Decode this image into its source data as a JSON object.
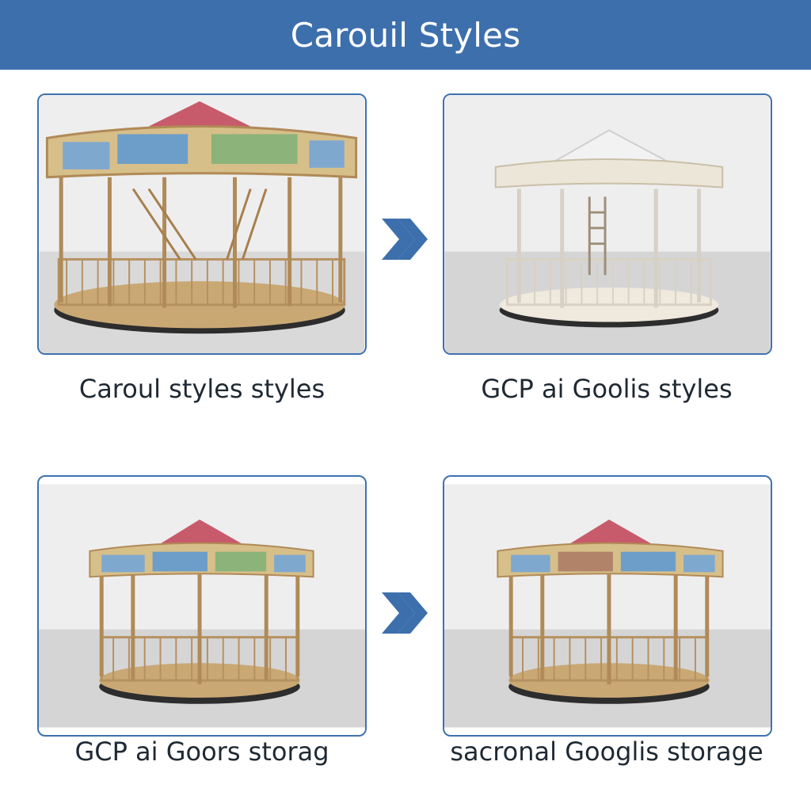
{
  "header": {
    "title": "Carouil Styles",
    "color": "#3d6fad"
  },
  "panels": [
    {
      "style": "ornate-painted",
      "caption": "Caroul styles styles"
    },
    {
      "style": "white-lettered",
      "caption": "GCP ai Goolis styles"
    },
    {
      "style": "painted-open",
      "caption": "GCP ai Goors storag"
    },
    {
      "style": "painted-open-variant",
      "caption": "sacronal Googlis storage"
    }
  ],
  "arrows": [
    {
      "icon": "double-chevron-right-icon"
    },
    {
      "icon": "double-chevron-right-icon"
    }
  ],
  "colors": {
    "accent": "#3d6fad",
    "canopy": "#c85b6b",
    "wood": "#c9a874"
  }
}
